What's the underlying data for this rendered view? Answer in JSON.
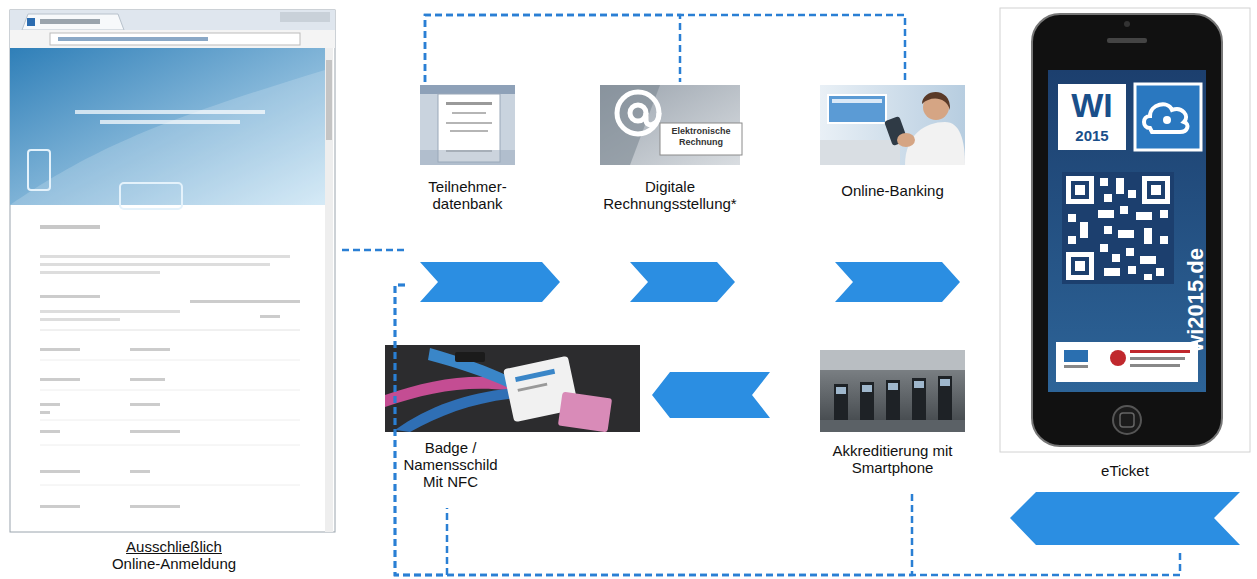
{
  "diagram": {
    "nodes": [
      {
        "text": [
          "Ausschließlich",
          "Online-Anmeldung"
        ]
      },
      {
        "text": [
          "Teilnehmer- datenbank"
        ]
      },
      {
        "text": [
          "Digitale Rechnungsstellung*"
        ]
      },
      {
        "text": [
          "Online-Banking"
        ]
      },
      {
        "text": [
          "eTicket"
        ]
      },
      {
        "text": [
          "Akkreditierung mit Smartphone"
        ]
      },
      {
        "text": [
          "Badge / Namensschild Mit NFC"
        ]
      }
    ],
    "edges": [
      {
        "from": 0,
        "to": 1,
        "arrow": "none"
      },
      {
        "from": 1,
        "to": 2,
        "arrow": "none"
      },
      {
        "from": 1,
        "to": 3,
        "arrow": "none"
      },
      {
        "from": 1,
        "to": 6,
        "arrow": "none"
      },
      {
        "from": 1,
        "to": 5,
        "arrow": "none"
      },
      {
        "from": 1,
        "to": 4,
        "arrow": "none"
      }
    ],
    "labels": [
      "Elektronische Rechnung",
      "WI",
      "2015",
      "wi2015.de"
    ]
  }
}
